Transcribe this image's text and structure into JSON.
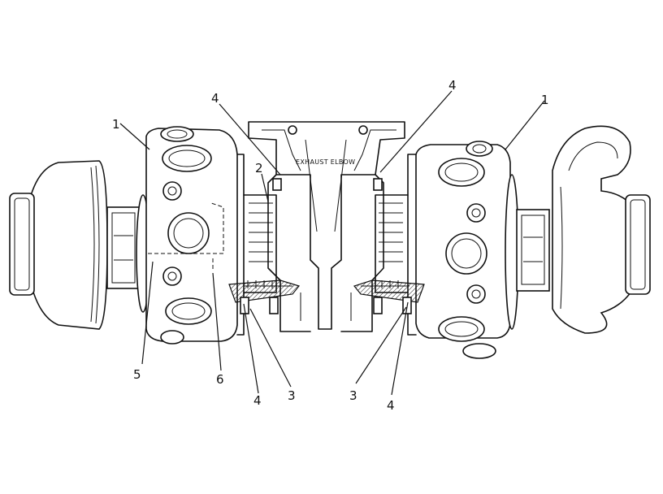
{
  "diagram": {
    "elbow_label": "EXHAUST ELBOW",
    "callouts": {
      "top_left_1": "1",
      "left_5": "5",
      "left_6": "6",
      "left_4_bottom": "4",
      "left_3_bottom": "3",
      "left_4_top": "4",
      "left_2": "2",
      "right_4_top": "4",
      "right_1": "1",
      "right_3_bottom": "3",
      "right_4_bottom": "4"
    }
  }
}
